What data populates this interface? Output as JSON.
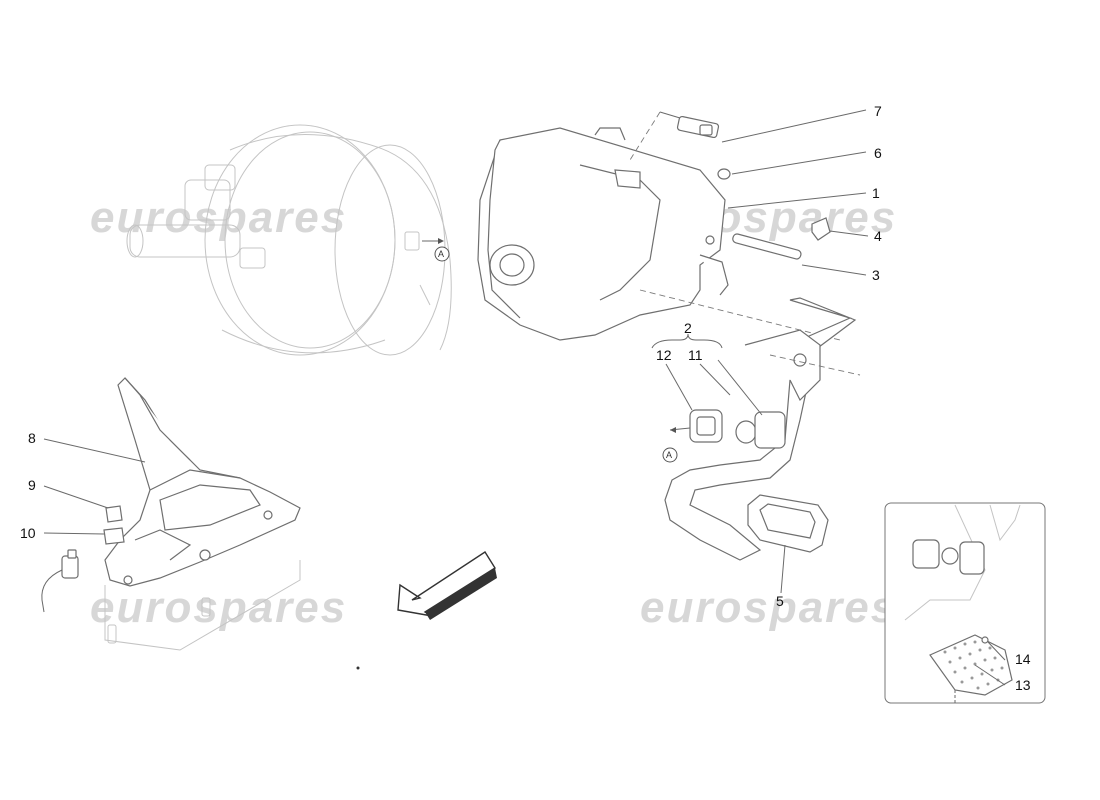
{
  "watermark": "eurospares",
  "reference_mark": "A",
  "callouts": {
    "c1": "1",
    "c2": "2",
    "c3": "3",
    "c4": "4",
    "c5": "5",
    "c6": "6",
    "c7": "7",
    "c8": "8",
    "c9": "9",
    "c10": "10",
    "c11": "11",
    "c12": "12",
    "c13": "13",
    "c14": "14"
  },
  "colors": {
    "line": "#6f6f6f",
    "faint": "#c4c4c4",
    "watermark": "#d7d7d7",
    "text": "#111111"
  },
  "icons": [
    "direction-arrow-icon",
    "reference-circle-icon"
  ]
}
